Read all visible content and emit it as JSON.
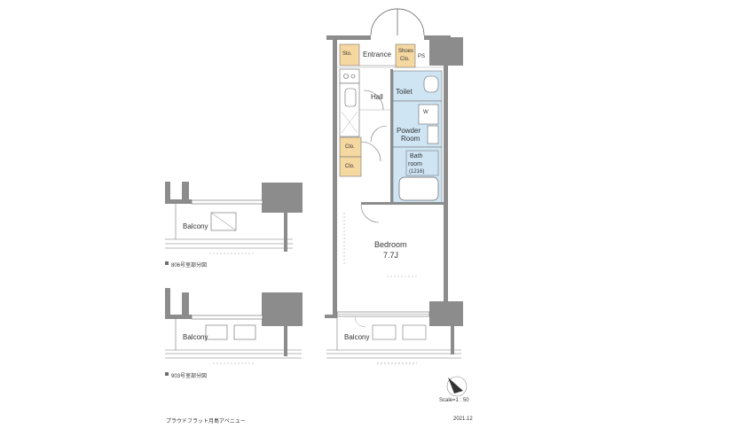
{
  "rooms": {
    "entrance": "Entrance",
    "sto": "Sto.",
    "shoe_clo_1": "Shoes",
    "shoe_clo_2": "Clo.",
    "ps": "PS",
    "hall": "Hall",
    "toilet": "Toilet",
    "w": "W",
    "powder_1": "Powder",
    "powder_2": "Room",
    "bath_1": "Bath",
    "bath_2": "room",
    "bath_size": "(1216)",
    "clo_upper": "Clo.",
    "clo_lower": "Clo.",
    "bedroom": "Bedroom",
    "bedroom_size": "7.7J"
  },
  "balcony": {
    "main": "Balcony",
    "variant_806": "Balcony",
    "variant_903": "Balcony"
  },
  "variants": {
    "v806": "806号室部分図",
    "v903": "903号室部分図"
  },
  "footer": {
    "property": "プラウドフラット月島アベニュー",
    "date": "2021.12",
    "scale": "Scale=1 : 50"
  },
  "colors": {
    "storage": "#f5d7a0",
    "wet_area": "#cfe5f4",
    "wall": "#8c8c8c",
    "wall_dark": "#6e6e6e"
  }
}
